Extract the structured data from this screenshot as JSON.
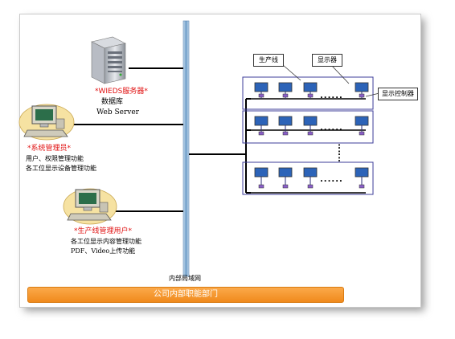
{
  "server": {
    "name": "*WIEDS服务器*",
    "line1": "数据库",
    "line2": "Web Server"
  },
  "admin": {
    "name": "*系统管理员*",
    "line1": "用户、权限管理功能",
    "line2": "各工位显示设备管理功能"
  },
  "line_user": {
    "name": "*生产线管理用户*",
    "line1": "各工位显示内容管理功能",
    "line2": "PDF、Video上传功能"
  },
  "labels": {
    "production_line": "生产线",
    "display": "显示器",
    "display_controller": "显示控制器",
    "network": "内部局域网",
    "department": "公司内部职能部门",
    "dots": "......",
    "vdots": ":"
  },
  "colors": {
    "bus": "#8ab4d8",
    "line_box": "#3c3c9a",
    "banner": "#f59a2e",
    "highlight_text": "#e01010"
  }
}
